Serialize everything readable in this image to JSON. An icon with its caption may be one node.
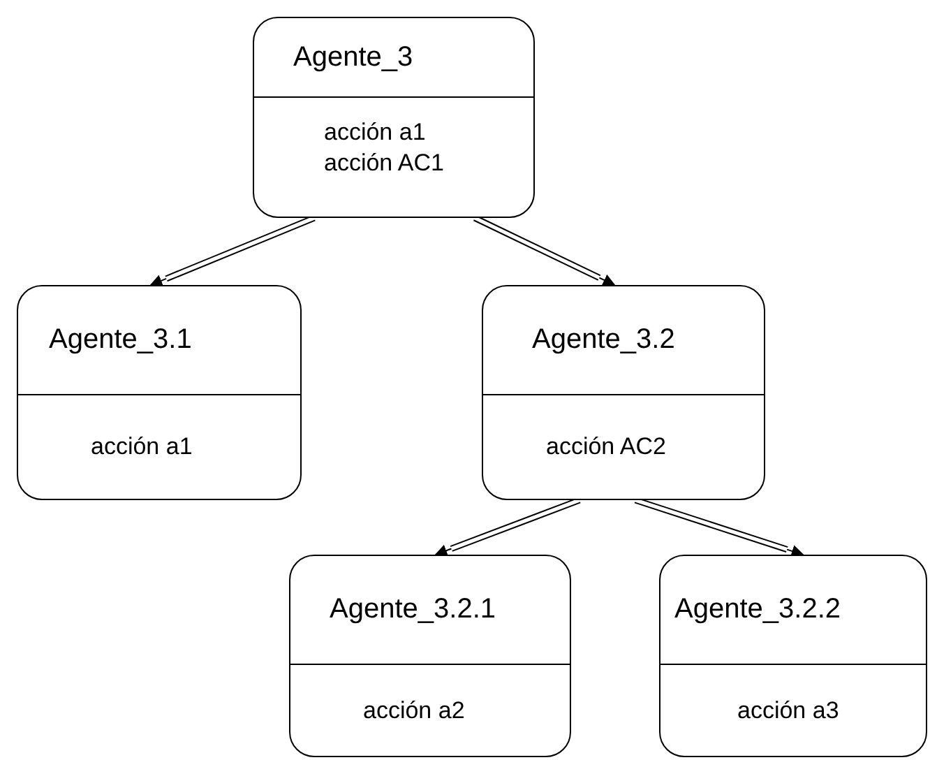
{
  "diagram": {
    "nodes": [
      {
        "text": [
          "Agente_3",
          "acción a1",
          "acción AC1"
        ]
      },
      {
        "text": [
          "Agente_3.1",
          "acción a1"
        ]
      },
      {
        "text": [
          "Agente_3.2",
          "acción AC2"
        ]
      },
      {
        "text": [
          "Agente_3.2.1",
          "acción a2"
        ]
      },
      {
        "text": [
          "Agente_3.2.2",
          "acción a3"
        ]
      }
    ],
    "edges": [
      {
        "from": 0,
        "to": 1,
        "arrow": "to"
      },
      {
        "from": 0,
        "to": 2,
        "arrow": "to"
      },
      {
        "from": 2,
        "to": 3,
        "arrow": "to"
      },
      {
        "from": 2,
        "to": 4,
        "arrow": "to"
      }
    ]
  }
}
